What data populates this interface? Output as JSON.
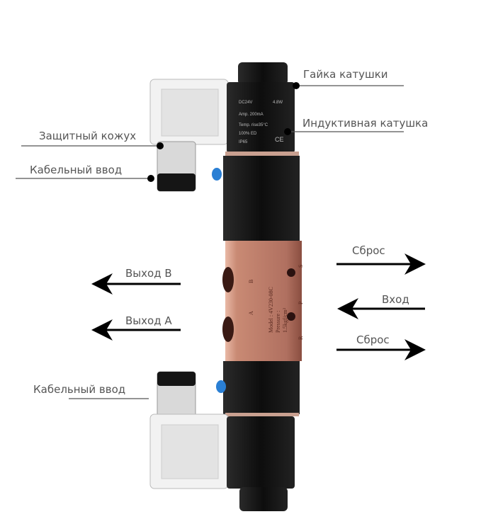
{
  "labels": {
    "coil_nut": "Гайка катушки",
    "inductive_coil": "Индуктивная катушка",
    "protective_cover": "Защитный кожух",
    "cable_entry_top": "Кабельный ввод",
    "cable_entry_bottom": "Кабельный ввод",
    "output_b": "Выход B",
    "output_a": "Выход A",
    "exhaust_top": "Сброс",
    "inlet": "Вход",
    "exhaust_bottom": "Сброс"
  },
  "coil_plate": {
    "voltage": "DC24V",
    "power": "4.8W",
    "current": "Amp. 200mA",
    "temp": "Temp. rise35°C",
    "duty": "100% ED",
    "ip": "IP65",
    "mark": "CE"
  },
  "body_plate": {
    "model": "Model : 4V230-08C",
    "pressure": "Pressure :",
    "pressure_value": "1.5kgf/cm²",
    "port_a": "A",
    "port_b": "B",
    "port_r": "R",
    "port_p": "P",
    "port_s": "S"
  },
  "colors": {
    "copper": "#b87a68",
    "body": "#111111",
    "label": "#555555",
    "accent_blue": "#2a7fd4"
  }
}
